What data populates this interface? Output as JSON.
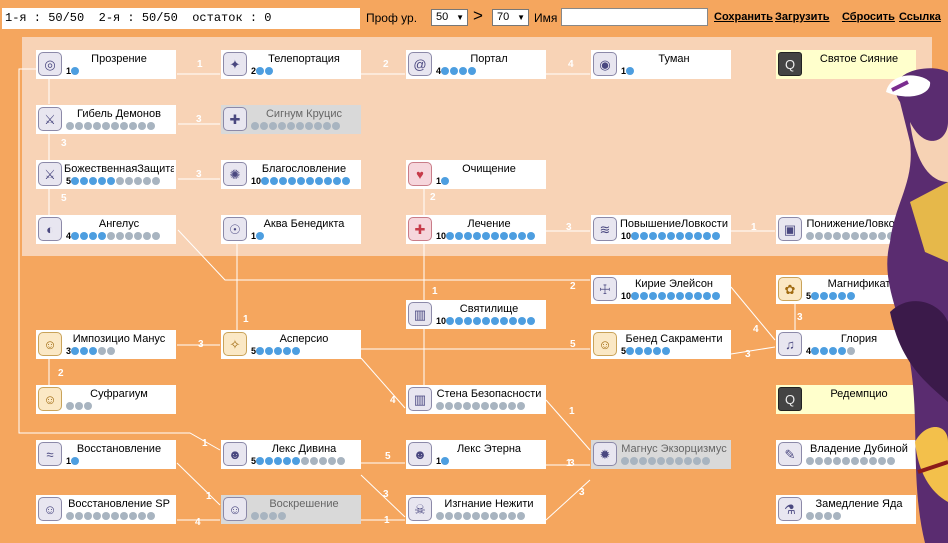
{
  "topbar": {
    "points": "1-я : 50/50  2-я : 50/50  остаток : 0",
    "prof_label": "Проф ур.",
    "lvl1": "50",
    "gt": ">",
    "lvl2": "70",
    "name_label": "Имя",
    "name_value": "",
    "save": "Сохранить",
    "load": "Загрузить",
    "reset": "Сбросить",
    "link": "Ссылка"
  },
  "max_level": 10,
  "skills": [
    {
      "id": "prozrenie",
      "name": "Прозрение",
      "level": "1",
      "pips_on": 1,
      "pips": 1,
      "icon": "ruwach-icon",
      "glyph": "◎"
    },
    {
      "id": "teleport",
      "name": "Телепортация",
      "level": "2",
      "pips_on": 2,
      "pips": 2,
      "icon": "teleport-icon",
      "glyph": "✦"
    },
    {
      "id": "portal",
      "name": "Портал",
      "level": "4",
      "pips_on": 4,
      "pips": 4,
      "icon": "portal-icon",
      "glyph": "@"
    },
    {
      "id": "tuman",
      "name": "Туман",
      "level": "1",
      "pips_on": 1,
      "pips": 1,
      "icon": "pneuma-icon",
      "glyph": "◉"
    },
    {
      "id": "svyatoe",
      "name": "Святое Сияние",
      "level": "",
      "pips_on": 0,
      "pips": 0,
      "icon": "quest-skill-icon",
      "glyph": "Q",
      "style": "y",
      "ic": "dk"
    },
    {
      "id": "gibel",
      "name": "Гибель Демонов",
      "level": "",
      "pips_on": 0,
      "pips": 10,
      "icon": "demon-bane-icon",
      "glyph": "⚔"
    },
    {
      "id": "signum",
      "name": "Сигнум Круцис",
      "level": "",
      "pips_on": 0,
      "pips": 10,
      "icon": "signum-crucis-icon",
      "glyph": "✚",
      "style": "g"
    },
    {
      "id": "bozhzash",
      "name": "БожественнаяЗащита",
      "level": "5",
      "pips_on": 5,
      "pips": 10,
      "icon": "divine-protection-icon",
      "glyph": "⚔"
    },
    {
      "id": "blagosl",
      "name": "Благословление",
      "level": "10",
      "pips_on": 10,
      "pips": 10,
      "icon": "blessing-icon",
      "glyph": "✺"
    },
    {
      "id": "ochish",
      "name": "Очищение",
      "level": "1",
      "pips_on": 1,
      "pips": 1,
      "icon": "cure-icon",
      "glyph": "♥",
      "ic": "hl"
    },
    {
      "id": "angelus",
      "name": "Ангелус",
      "level": "4",
      "pips_on": 4,
      "pips": 10,
      "icon": "angelus-icon",
      "glyph": "◐"
    },
    {
      "id": "akva",
      "name": "Аква Бенедикта",
      "level": "1",
      "pips_on": 1,
      "pips": 1,
      "icon": "aqua-benedicta-icon",
      "glyph": "☉"
    },
    {
      "id": "lechenie",
      "name": "Лечение",
      "level": "10",
      "pips_on": 10,
      "pips": 10,
      "icon": "heal-icon",
      "glyph": "✚",
      "ic": "hl"
    },
    {
      "id": "povlov",
      "name": "ПовышениеЛовкости",
      "level": "10",
      "pips_on": 10,
      "pips": 10,
      "icon": "increase-agi-icon",
      "glyph": "≋"
    },
    {
      "id": "ponlov",
      "name": "ПонижениеЛовкости",
      "level": "",
      "pips_on": 0,
      "pips": 10,
      "icon": "decrease-agi-icon",
      "glyph": "▣"
    },
    {
      "id": "kirie",
      "name": "Кирие Элейсон",
      "level": "10",
      "pips_on": 10,
      "pips": 10,
      "icon": "kyrie-eleison-icon",
      "glyph": "☩"
    },
    {
      "id": "magnif",
      "name": "Магнификат",
      "level": "5",
      "pips_on": 5,
      "pips": 5,
      "icon": "magnificat-icon",
      "glyph": "✿",
      "ic": "gd"
    },
    {
      "id": "svyatilishe",
      "name": "Святилище",
      "level": "10",
      "pips_on": 10,
      "pips": 10,
      "icon": "sanctuary-icon",
      "glyph": "▥"
    },
    {
      "id": "impozicio",
      "name": "Импозицио Манус",
      "level": "3",
      "pips_on": 3,
      "pips": 5,
      "icon": "impositio-manus-icon",
      "glyph": "☺",
      "ic": "gd"
    },
    {
      "id": "aspersio",
      "name": "Асперсио",
      "level": "5",
      "pips_on": 5,
      "pips": 5,
      "icon": "aspersio-icon",
      "glyph": "✧",
      "ic": "gd"
    },
    {
      "id": "benedsakr",
      "name": "Бенед Сакраменти",
      "level": "5",
      "pips_on": 5,
      "pips": 5,
      "icon": "benedictio-icon",
      "glyph": "☺",
      "ic": "gd"
    },
    {
      "id": "gloria",
      "name": "Глория",
      "level": "4",
      "pips_on": 4,
      "pips": 5,
      "icon": "gloria-icon",
      "glyph": "♫"
    },
    {
      "id": "sufragium",
      "name": "Суфрагиум",
      "level": "",
      "pips_on": 0,
      "pips": 3,
      "icon": "suffragium-icon",
      "glyph": "☺",
      "ic": "gd"
    },
    {
      "id": "stena",
      "name": "Стена Безопасности",
      "level": "",
      "pips_on": 0,
      "pips": 10,
      "icon": "safety-wall-icon",
      "glyph": "▥"
    },
    {
      "id": "redempcio",
      "name": "Редемпцио",
      "level": "",
      "pips_on": 0,
      "pips": 0,
      "icon": "quest-skill-icon",
      "glyph": "Q",
      "style": "y",
      "ic": "dk"
    },
    {
      "id": "vosst",
      "name": "Восстановление",
      "level": "1",
      "pips_on": 1,
      "pips": 1,
      "icon": "status-recovery-icon",
      "glyph": "≈"
    },
    {
      "id": "leksdiv",
      "name": "Лекс Дивина",
      "level": "5",
      "pips_on": 5,
      "pips": 10,
      "icon": "lex-divina-icon",
      "glyph": "☻"
    },
    {
      "id": "leksetern",
      "name": "Лекс Этерна",
      "level": "1",
      "pips_on": 1,
      "pips": 1,
      "icon": "lex-aeterna-icon",
      "glyph": "☻"
    },
    {
      "id": "magnus",
      "name": "Магнус Экзорцизмус",
      "level": "",
      "pips_on": 0,
      "pips": 10,
      "icon": "magnus-exorcismus-icon",
      "glyph": "✹",
      "style": "g"
    },
    {
      "id": "vladdub",
      "name": "Владение Дубиной",
      "level": "",
      "pips_on": 0,
      "pips": 10,
      "icon": "mace-mastery-icon",
      "glyph": "✎"
    },
    {
      "id": "vosstsp",
      "name": "Восстановление SP",
      "level": "",
      "pips_on": 0,
      "pips": 10,
      "icon": "sp-recovery-icon",
      "glyph": "☺"
    },
    {
      "id": "voskr",
      "name": "Воскрешение",
      "level": "",
      "pips_on": 0,
      "pips": 4,
      "icon": "resurrection-icon",
      "glyph": "☺",
      "style": "g"
    },
    {
      "id": "izgnanie",
      "name": "Изгнание Нежити",
      "level": "",
      "pips_on": 0,
      "pips": 10,
      "icon": "turn-undead-icon",
      "glyph": "☠"
    },
    {
      "id": "zamedl",
      "name": "Замедление Яда",
      "level": "",
      "pips_on": 0,
      "pips": 4,
      "icon": "slow-poison-icon",
      "glyph": "⚗"
    }
  ],
  "link_labels": [
    "1",
    "2",
    "4",
    "3",
    "3",
    "5",
    "3",
    "2",
    "3",
    "1",
    "2",
    "1",
    "1",
    "3",
    "5",
    "2",
    "4",
    "3",
    "3",
    "5",
    "4",
    "1",
    "3",
    "1",
    "1",
    "1",
    "3",
    "1",
    "4",
    "3"
  ]
}
